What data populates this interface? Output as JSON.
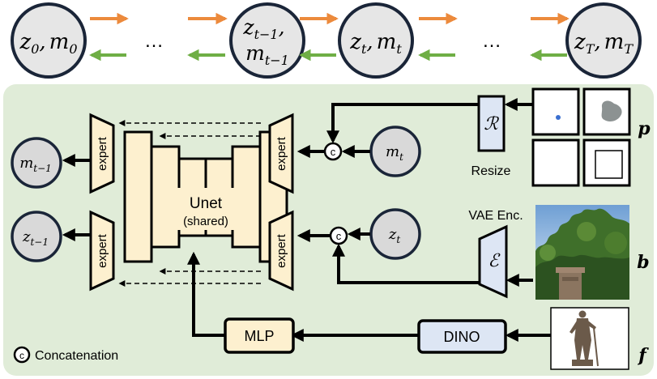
{
  "chain": {
    "nodes": [
      {
        "base": "z",
        "sub": "0",
        "sep": ",",
        "base2": "m",
        "sub2": "0"
      },
      {
        "line1_base": "z",
        "line1_sub": "t−1",
        "line1_tail": ",",
        "line2_base": "m",
        "line2_sub": "t−1"
      },
      {
        "base": "z",
        "sub": "t",
        "sep": ",",
        "base2": "m",
        "sub2": "t"
      },
      {
        "base": "z",
        "sub": "T",
        "sep": ",",
        "base2": "m",
        "sub2": "T"
      }
    ],
    "ellipsis": "…"
  },
  "panel": {
    "unet_title": "Unet",
    "unet_sub": "(shared)",
    "expert_label": "expert",
    "concat_symbol": "c",
    "concat_legend": "Concatenation",
    "mlp_label": "MLP",
    "dino_label": "DINO",
    "resize_label": "Resize",
    "resize_symbol": "ℛ",
    "vae_label": "VAE Enc.",
    "vae_symbol": "ℰ",
    "input_m": {
      "base": "m",
      "sub": "t"
    },
    "input_z": {
      "base": "z",
      "sub": "t"
    },
    "output_m": {
      "base": "m",
      "sub": "t−1"
    },
    "output_z": {
      "base": "z",
      "sub": "t−1"
    },
    "label_p": "p",
    "label_b": "b",
    "label_f": "f"
  },
  "colors": {
    "panel_bg": "#e0ecd8",
    "node_fill": "#e6e6e6",
    "unet_fill": "#fdf0cf",
    "mlp_fill": "#fdf0cf",
    "encoder_fill": "#dde6f4",
    "forward_arrow": "#ec8a3c",
    "backward_arrow": "#6fae45",
    "dark": "#1a2538"
  }
}
